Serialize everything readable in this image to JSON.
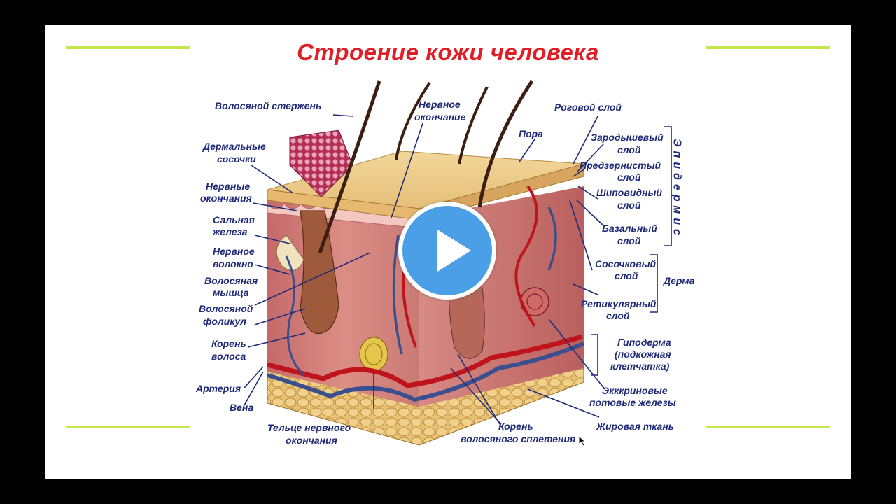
{
  "slide": {
    "title": "Строение кожи человека"
  },
  "labels": {
    "hair_shaft": "Волосяной стержень",
    "nerve_ending_top_1": "Нервное",
    "nerve_ending_top_2": "окончание",
    "stratum_corneum": "Роговой слой",
    "pore": "Пора",
    "germinal_1": "Зародышевый",
    "germinal_2": "слой",
    "granular_1": "Предзернистый",
    "granular_2": "слой",
    "spinous_1": "Шиповидный",
    "spinous_2": "слой",
    "basal_1": "Базальный",
    "basal_2": "слой",
    "papillary_1": "Сосочковый",
    "papillary_2": "слой",
    "reticular_1": "Ретикулярный",
    "reticular_2": "слой",
    "dermis": "Дерма",
    "epidermis": "Эпидермис",
    "hypodermis_1": "Гиподерма",
    "hypodermis_2": "(подкожная",
    "hypodermis_3": "клетчатка)",
    "eccrine_1": "Экккриновые",
    "eccrine_2": "потовые железы",
    "fat_tissue": "Жировая ткань",
    "hair_plexus_1": "Корень",
    "hair_plexus_2": "волосяного сплетения",
    "corpuscle_1": "Тельце нервного",
    "corpuscle_2": "окончания",
    "vein": "Вена",
    "artery": "Артерия",
    "hair_root_1": "Корень",
    "hair_root_2": "волоса",
    "follicle_1": "Волосяной",
    "follicle_2": "фоликул",
    "hair_muscle_1": "Волосяная",
    "hair_muscle_2": "мышца",
    "nerve_fiber_1": "Нервное",
    "nerve_fiber_2": "волокно",
    "sebaceous_1": "Сальная",
    "sebaceous_2": "железа",
    "nerve_endings_1": "Нервные",
    "nerve_endings_2": "окончания",
    "dermal_papillae_1": "Дермальные",
    "dermal_papillae_2": "сосочки"
  },
  "colors": {
    "title": "#e01e25",
    "label": "#1f2a78",
    "rule": "#c4e64a",
    "play_button": "#4a9fe6"
  },
  "icons": {
    "play": "play-icon"
  }
}
